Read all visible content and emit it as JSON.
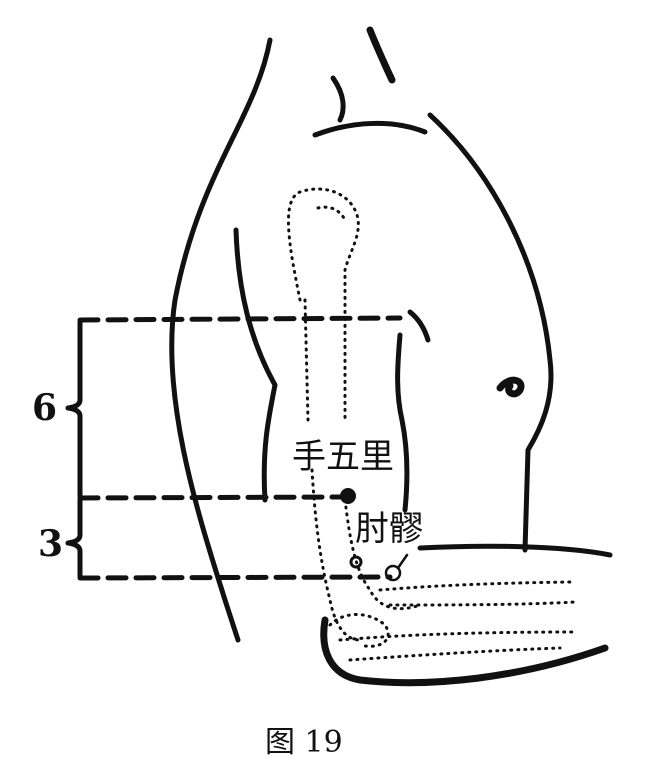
{
  "labels": {
    "shouwuli": "手五里",
    "zhouliao": "肘髎",
    "span_upper": "6",
    "span_lower": "3",
    "caption": "图 19"
  },
  "colors": {
    "ink": "#111111",
    "background": "#ffffff"
  }
}
